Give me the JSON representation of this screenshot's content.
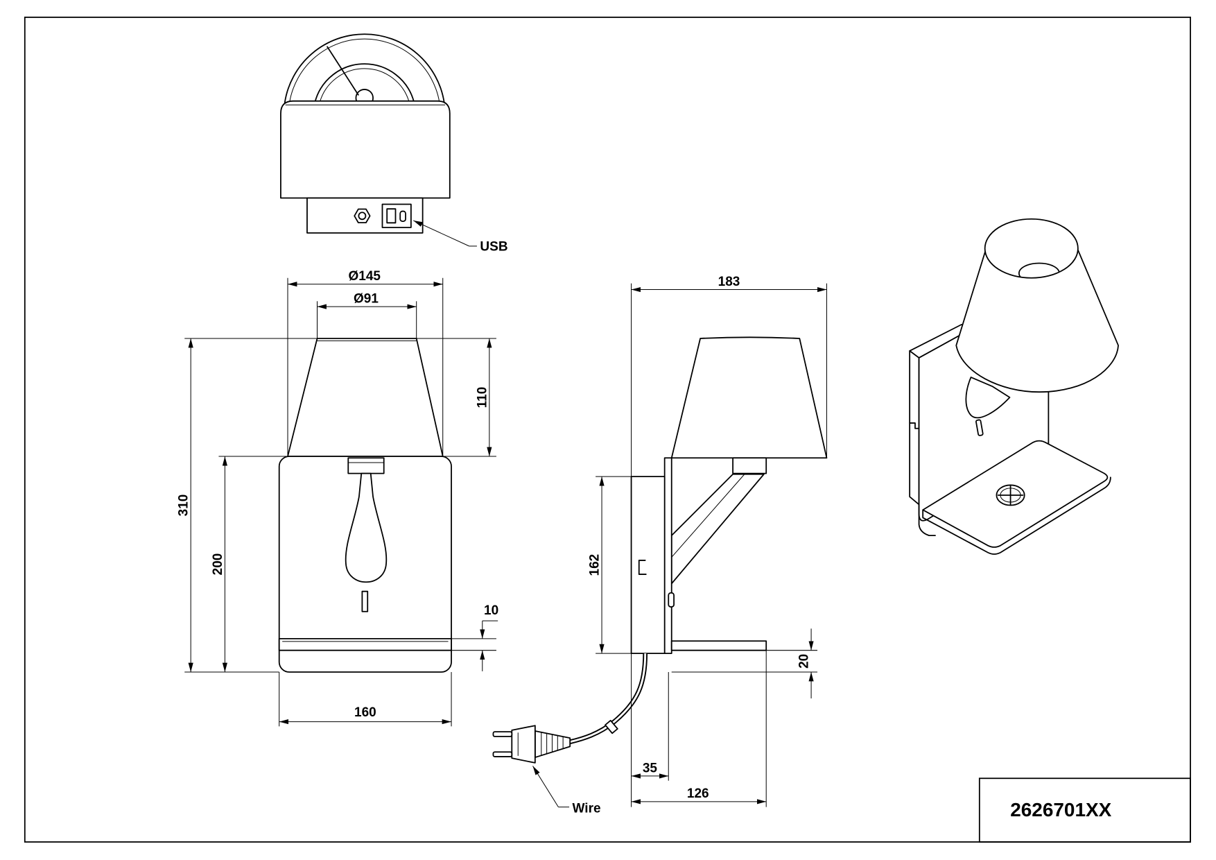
{
  "drawing": {
    "title_block": {
      "part_number": "2626701XX"
    },
    "top_view": {
      "usb_label": "USB"
    },
    "front_view": {
      "dim_shade_bottom_diameter": "Ø145",
      "dim_shade_top_diameter": "Ø91",
      "dim_shade_height": "110",
      "dim_total_height": "310",
      "dim_body_height": "200",
      "dim_shelf_thickness": "10",
      "dim_width": "160"
    },
    "side_view": {
      "dim_total_depth": "183",
      "dim_plate_height": "162",
      "dim_shelf_offset": "20",
      "dim_plate_depth": "35",
      "dim_shelf_depth": "126",
      "wire_label": "Wire"
    }
  }
}
